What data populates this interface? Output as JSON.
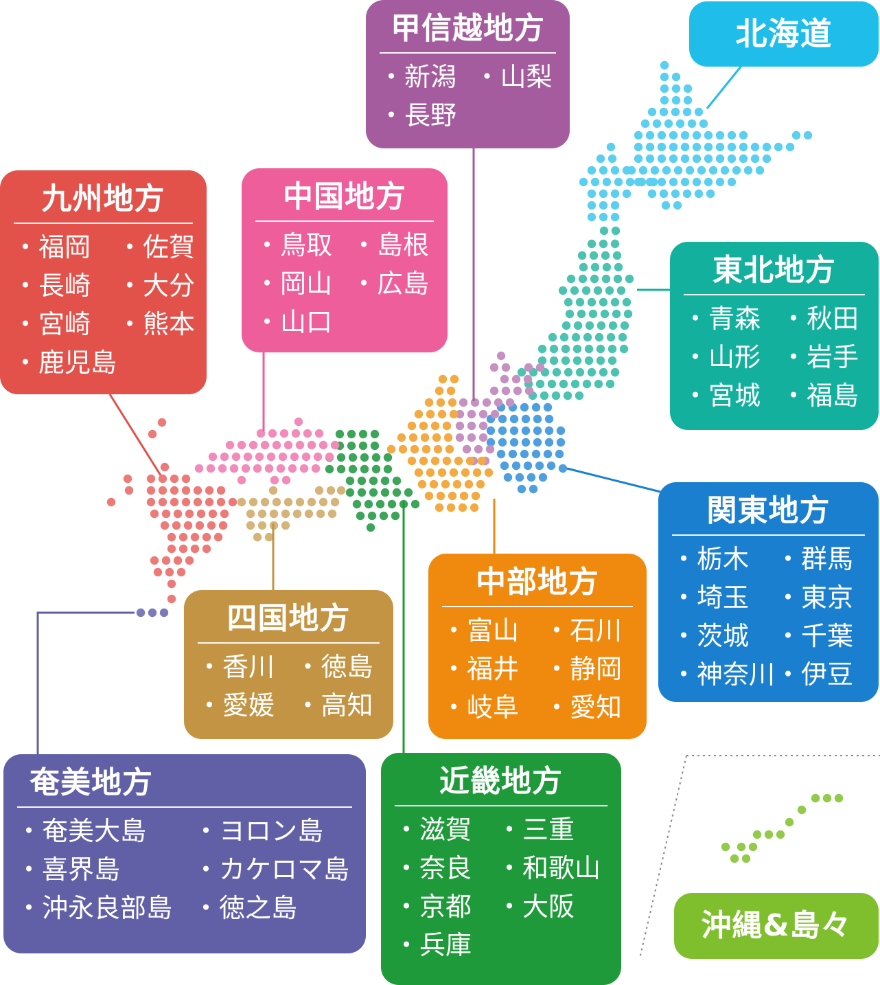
{
  "regions": {
    "kyushu": {
      "title": "九州地方",
      "color": "#e2514a",
      "dot_color": "#ec7b78",
      "prefectures": [
        "福岡",
        "佐賀",
        "長崎",
        "大分",
        "宮崎",
        "熊本",
        "鹿児島"
      ]
    },
    "chugoku": {
      "title": "中国地方",
      "color": "#ed5e9b",
      "dot_color": "#f28bba",
      "prefectures": [
        "鳥取",
        "島根",
        "岡山",
        "広島",
        "山口"
      ]
    },
    "koshinetsu": {
      "title": "甲信越地方",
      "color": "#a55c9e",
      "dot_color": "#c591c2",
      "prefectures": [
        "新潟",
        "山梨",
        "長野"
      ]
    },
    "hokkaido": {
      "title": "北海道",
      "color": "#1fbdea",
      "dot_color": "#5bcff0"
    },
    "tohoku": {
      "title": "東北地方",
      "color": "#14b09e",
      "dot_color": "#4cc2b1",
      "prefectures": [
        "青森",
        "秋田",
        "山形",
        "岩手",
        "宮城",
        "福島"
      ]
    },
    "kanto": {
      "title": "関東地方",
      "color": "#1a7fcf",
      "dot_color": "#4e9fe0",
      "prefectures": [
        "栃木",
        "群馬",
        "埼玉",
        "東京",
        "茨城",
        "千葉",
        "神奈川",
        "伊豆"
      ]
    },
    "chubu": {
      "title": "中部地方",
      "color": "#f08a0f",
      "dot_color": "#f4aa42",
      "prefectures": [
        "富山",
        "石川",
        "福井",
        "静岡",
        "岐阜",
        "愛知"
      ]
    },
    "shikoku": {
      "title": "四国地方",
      "color": "#c29443",
      "dot_color": "#d5b47a",
      "prefectures": [
        "香川",
        "徳島",
        "愛媛",
        "高知"
      ]
    },
    "kinki": {
      "title": "近畿地方",
      "color": "#1f9a3a",
      "dot_color": "#3ca55a",
      "prefectures": [
        "滋賀",
        "三重",
        "奈良",
        "和歌山",
        "京都",
        "大阪",
        "兵庫"
      ]
    },
    "amami": {
      "title": "奄美地方",
      "color": "#6160a6",
      "dot_color": "#7c7ab8",
      "prefectures": [
        "奄美大島",
        "ヨロン島",
        "喜界島",
        "カケロマ島",
        "沖永良部島",
        "徳之島"
      ]
    },
    "okinawa": {
      "title": "沖縄&島々",
      "color": "#7fbf2e",
      "dot_color": "#92ca4a"
    }
  },
  "bullet": "・"
}
